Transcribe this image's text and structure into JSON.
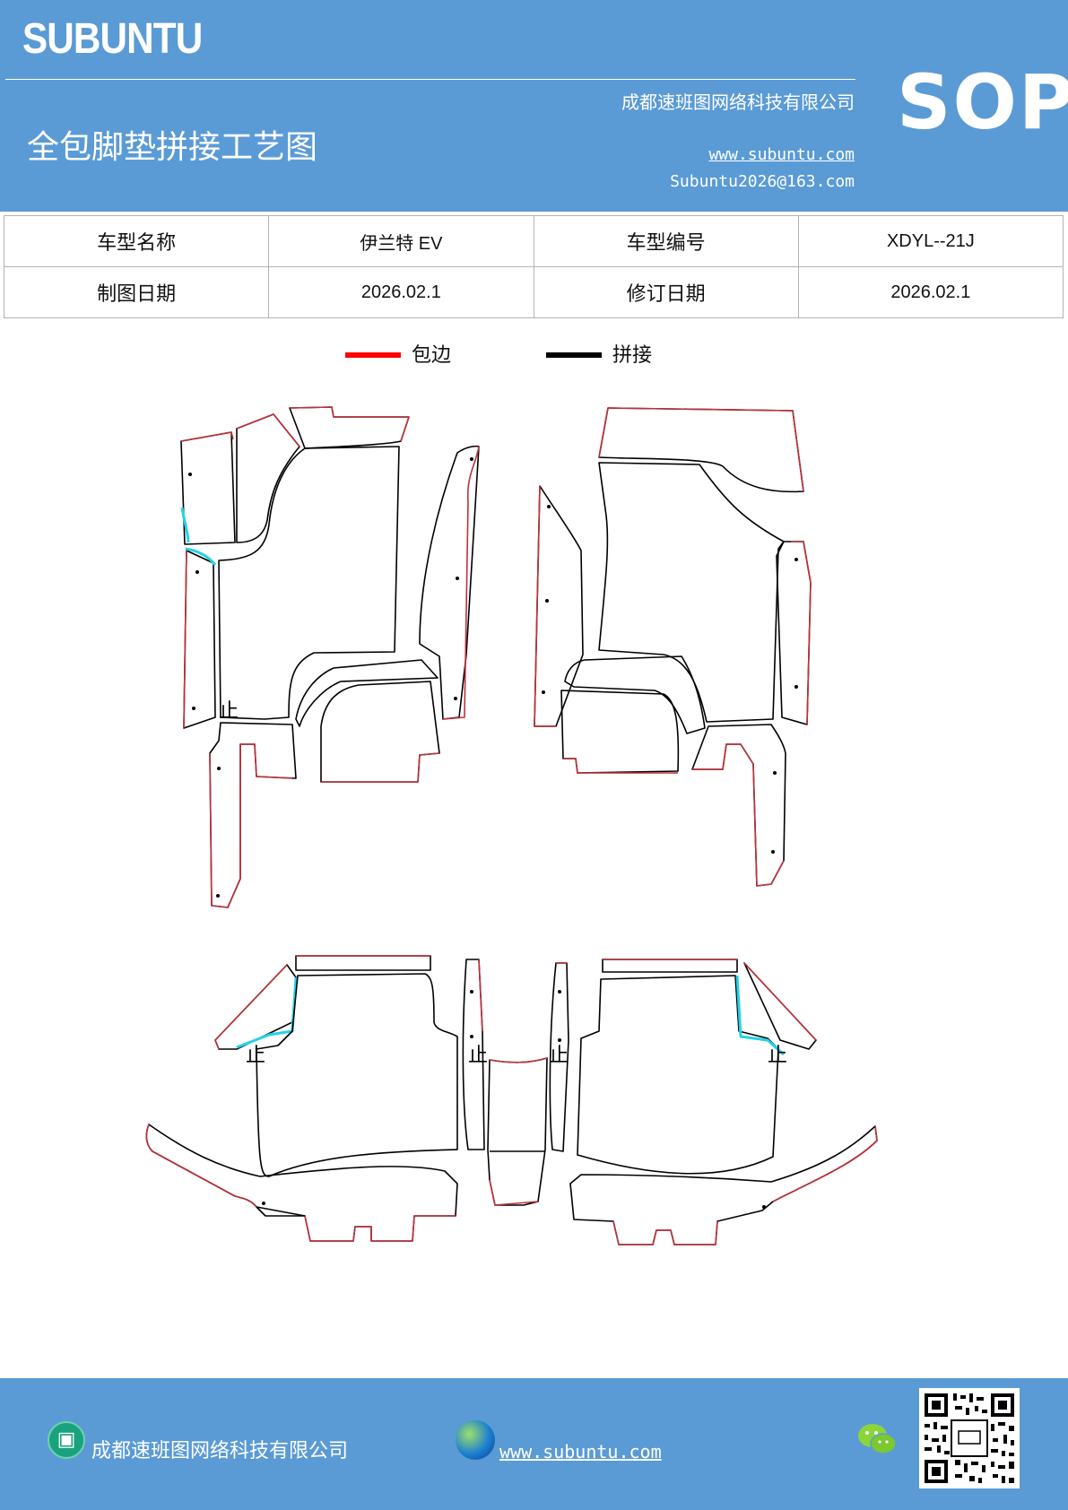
{
  "header": {
    "logo": "SUBUNTU",
    "company": "成都速班图网络科技有限公司",
    "title": "全包脚垫拼接工艺图",
    "website": "www.subuntu.com",
    "email": "Subuntu2026@163.com",
    "doc_type": "SOP"
  },
  "info_table": {
    "rows": [
      {
        "label1": "车型名称",
        "value1": "伊兰特 EV",
        "label2": "车型编号",
        "value2": "XDYL--21J"
      },
      {
        "label1": "制图日期",
        "value1": "2026.02.1",
        "label2": "修订日期",
        "value2": "2026.02.1"
      }
    ]
  },
  "legend": {
    "items": [
      {
        "label": "包边",
        "color": "#ff0000"
      },
      {
        "label": "拼接",
        "color": "#000000"
      }
    ]
  },
  "drawing": {
    "stop_mark": "止",
    "colors": {
      "edge": "#c0303a",
      "seam": "#000000",
      "highlight": "#22d3e6"
    }
  },
  "footer": {
    "company": "成都速班图网络科技有限公司",
    "website": "www.subuntu.com",
    "icons": [
      "building-icon",
      "globe-icon",
      "wechat-icon",
      "qr-code"
    ]
  }
}
